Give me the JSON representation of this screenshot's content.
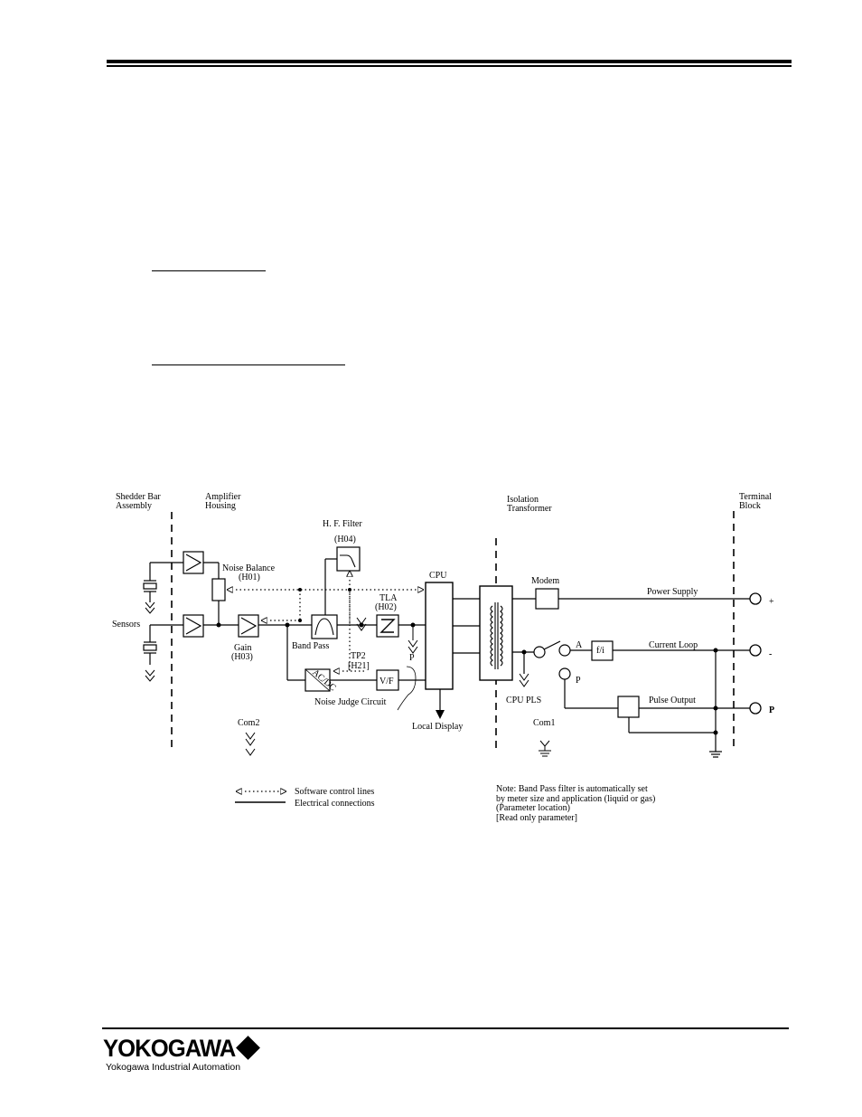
{
  "header": {
    "rule": "double"
  },
  "diagram": {
    "section_headers": {
      "shedder": [
        "Shedder Bar",
        "Assembly"
      ],
      "amplifier": [
        "Amplifier",
        "Housing"
      ],
      "isolation": [
        "Isolation",
        "Transformer"
      ],
      "terminal": [
        "Terminal",
        "Block"
      ]
    },
    "labels": {
      "sensors": "Sensors",
      "noise_balance": "Noise Balance",
      "noise_balance_param": "(H01)",
      "gain": "Gain",
      "gain_param": "(H03)",
      "hf_filter": "H. F. Filter",
      "hf_filter_param": "(H04)",
      "band_pass": "Band Pass",
      "tla": "TLA",
      "tla_param": "(H02)",
      "tp2": "TP2",
      "tp2_param": "[H21]",
      "acdc": "AC/DC",
      "vf": "V/F",
      "noise_judge": "Noise Judge Circuit",
      "cpu": "CPU",
      "local_display": "Local Display",
      "p_test": "P",
      "modem": "Modem",
      "power_supply": "Power Supply",
      "current_loop": "Current Loop",
      "pulse_output": "Pulse Output",
      "fi": "f/i",
      "switch_a": "A",
      "switch_p": "P",
      "cpu_pls": "CPU PLS",
      "com1": "Com1",
      "com2": "Com2",
      "terminal_plus": "+",
      "terminal_minus": "-",
      "terminal_p": "P"
    },
    "legend": {
      "software": "Software control lines",
      "electrical": "Electrical connections"
    },
    "note": [
      "Note: Band Pass filter is automatically set",
      "by meter size and application (liquid or gas)",
      "(Parameter location)",
      "[Read only parameter]"
    ]
  },
  "footer": {
    "brand": "YOKOGAWA",
    "subtitle": "Yokogawa Industrial Automation"
  }
}
